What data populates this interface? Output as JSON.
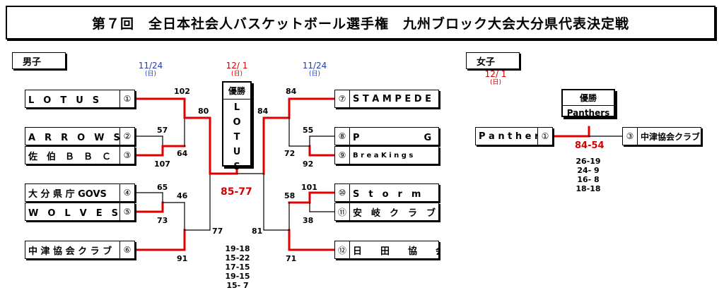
{
  "title": "第７回　全日本社会人バスケットボール選手権　九州ブロック大会大分県代表決定戦",
  "men": {
    "label": "男子",
    "date_left": "11/24",
    "date_center": "12/ 1",
    "date_right": "11/24",
    "day": "(日)",
    "champion_label": "優勝",
    "champion_chars": [
      "L",
      "O",
      "T",
      "U",
      "S"
    ],
    "final_score": "85-77",
    "sets": [
      "19-18",
      "15-22",
      "17-15",
      "19-15",
      "15- 7"
    ],
    "left_teams": [
      {
        "name": "L　O　T　U　S",
        "no": "①"
      },
      {
        "name": "A　R　R　O　W　S",
        "no": "②"
      },
      {
        "name": "佐　伯　Ｂ　Ｂ　Ｃ",
        "no": "③"
      },
      {
        "name": "大 分 県 庁 GOVS",
        "no": "④"
      },
      {
        "name": "W　O　L　V　E　S",
        "no": "⑤"
      },
      {
        "name": "中 津 協 会 ク ラ ブ",
        "no": "⑥"
      }
    ],
    "right_teams": [
      {
        "name": "S T A M P E D E",
        "no": "⑦"
      },
      {
        "name": "P　　　　　　　G",
        "no": "⑧"
      },
      {
        "name": "B r e a K i n g s",
        "no": "⑨"
      },
      {
        "name": "S　t　o　r　m",
        "no": "⑩"
      },
      {
        "name": "安　岐　ク　ラ　ブ",
        "no": "⑪"
      },
      {
        "name": "日　　田　　協　　会",
        "no": "⑫"
      }
    ],
    "scores": {
      "s102": "102",
      "s57": "57",
      "s64": "64",
      "s107": "107",
      "s65": "65",
      "s46": "46",
      "s73": "73",
      "s80": "80",
      "s77": "77",
      "s91": "91",
      "s84a": "84",
      "s84b": "84",
      "s55": "55",
      "s72": "72",
      "s92": "92",
      "s101": "101",
      "s58": "58",
      "s38": "38",
      "s81": "81",
      "s71": "71"
    }
  },
  "women": {
    "label": "女子",
    "date": "12/ 1",
    "day": "(日)",
    "champion_label": "優勝",
    "champion_name": "Panthers",
    "team1": {
      "name": "P a n t h e r s",
      "no": "①"
    },
    "team2": {
      "name": "中津協会クラブ",
      "no": "③"
    },
    "final_score": "84-54",
    "sets": [
      "26-19",
      "24-  9",
      "16-  8",
      "18-18"
    ]
  },
  "colors": {
    "win": "#e00000",
    "line": "#000000",
    "blue": "#1f3fb5",
    "red": "#d40000"
  }
}
